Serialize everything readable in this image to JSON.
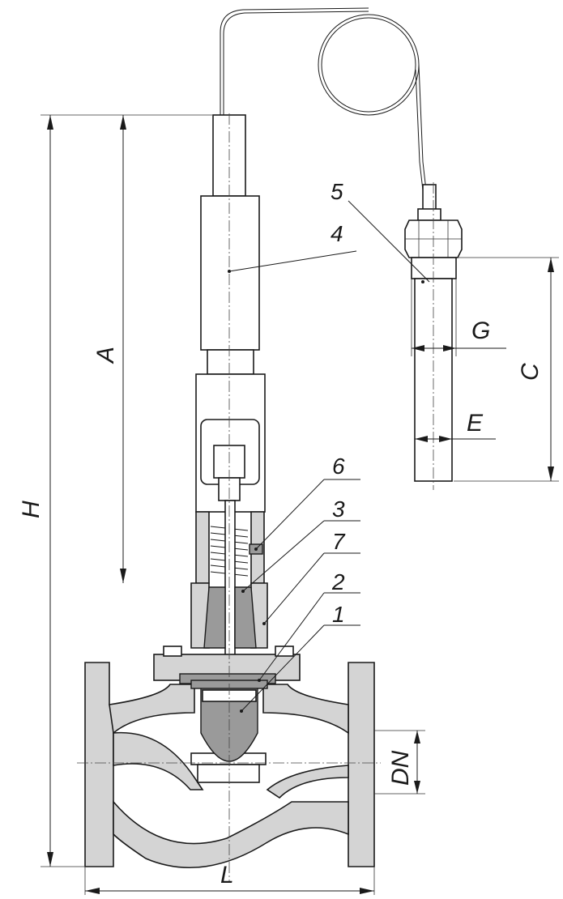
{
  "diagram": {
    "callouts": [
      {
        "label": "1",
        "part": "plug"
      },
      {
        "label": "2",
        "part": "seat-gasket"
      },
      {
        "label": "7",
        "part": "bonnet"
      },
      {
        "label": "3",
        "part": "stem-bushing"
      },
      {
        "label": "6",
        "part": "screw"
      },
      {
        "label": "4",
        "part": "actuator"
      },
      {
        "label": "5",
        "part": "sensor"
      }
    ],
    "dimensions": {
      "H": "H",
      "A": "A",
      "L": "L",
      "DN": "DN",
      "C": "C",
      "G": "G",
      "E": "E"
    }
  }
}
